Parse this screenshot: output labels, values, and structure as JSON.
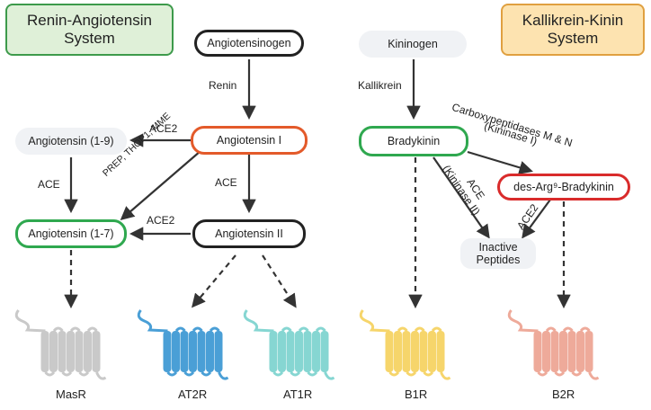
{
  "titles": {
    "ras": "Renin-Angiotensin System",
    "kks": "Kallikrein-Kinin System"
  },
  "nodes": {
    "angiotensinogen": "Angiotensinogen",
    "angiotensin_i": "Angiotensin I",
    "angiotensin_ii": "Angiotensin II",
    "angiotensin_1_9": "Angiotensin (1-9)",
    "angiotensin_1_7": "Angiotensin (1-7)",
    "kininogen": "Kininogen",
    "bradykinin": "Bradykinin",
    "des_arg_bradykinin": "des-Arg⁹-Bradykinin",
    "inactive_peptides": "Inactive Peptides"
  },
  "edge_labels": {
    "renin": "Renin",
    "kallikrein": "Kallikrein",
    "ace2_top": "ACE2",
    "ace_left": "ACE",
    "ace_center": "ACE",
    "ace2_mid": "ACE2",
    "prep": "PREP, THOP1, MME",
    "carboxy_line1": "Carboxypeptidases M & N",
    "carboxy_line2": "(Kininase I)",
    "ace_kininase_line1": "ACE",
    "ace_kininase_line2": "(Kininase II)",
    "ace2_right": "ACE2"
  },
  "receptors": {
    "masr": "MasR",
    "at2r": "AT2R",
    "at1r": "AT1R",
    "b1r": "B1R",
    "b2r": "B2R"
  },
  "colors": {
    "ras_title_bg": "#dff0d8",
    "ras_title_border": "#3d9a4b",
    "kks_title_bg": "#fde3b0",
    "kks_title_border": "#e0a040",
    "orange_outline": "#e35a2a",
    "green_outline": "#2fa84f",
    "red_outline": "#d92b2b",
    "black_outline": "#222222",
    "masr": "#c9c9c9",
    "at2r": "#4a9fd6",
    "at1r": "#86d6d2",
    "b1r": "#f6d56b",
    "b2r": "#eeaa9a"
  }
}
